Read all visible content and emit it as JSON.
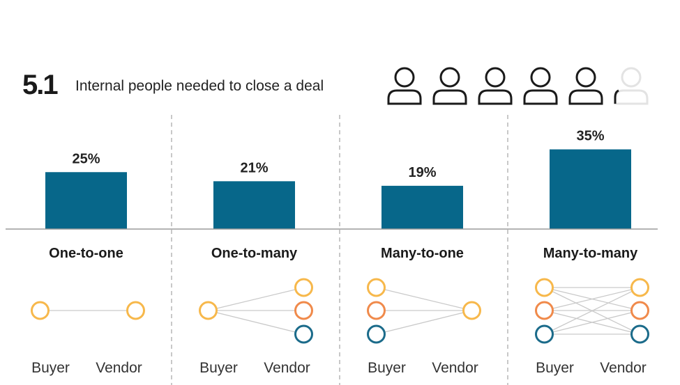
{
  "header": {
    "number": "5.1",
    "text": "Internal people needed to close a deal",
    "people_icon_count": 5.1
  },
  "chart_data": {
    "type": "bar",
    "categories": [
      "One-to-one",
      "One-to-many",
      "Many-to-one",
      "Many-to-many"
    ],
    "values": [
      25,
      21,
      19,
      35
    ],
    "value_labels": [
      "25%",
      "21%",
      "19%",
      "35%"
    ],
    "ylim": [
      0,
      40
    ],
    "title": "",
    "xlabel": "",
    "ylabel": "",
    "grid": false
  },
  "diagram_labels": {
    "buyer": "Buyer",
    "vendor": "Vendor"
  },
  "colors": {
    "bar": "#07678a",
    "node_yellow": "#f7b84b",
    "node_orange": "#f08a4b",
    "node_teal": "#1b6b8a",
    "icon": "#1a1a1a",
    "divider": "#aaaaaa"
  }
}
